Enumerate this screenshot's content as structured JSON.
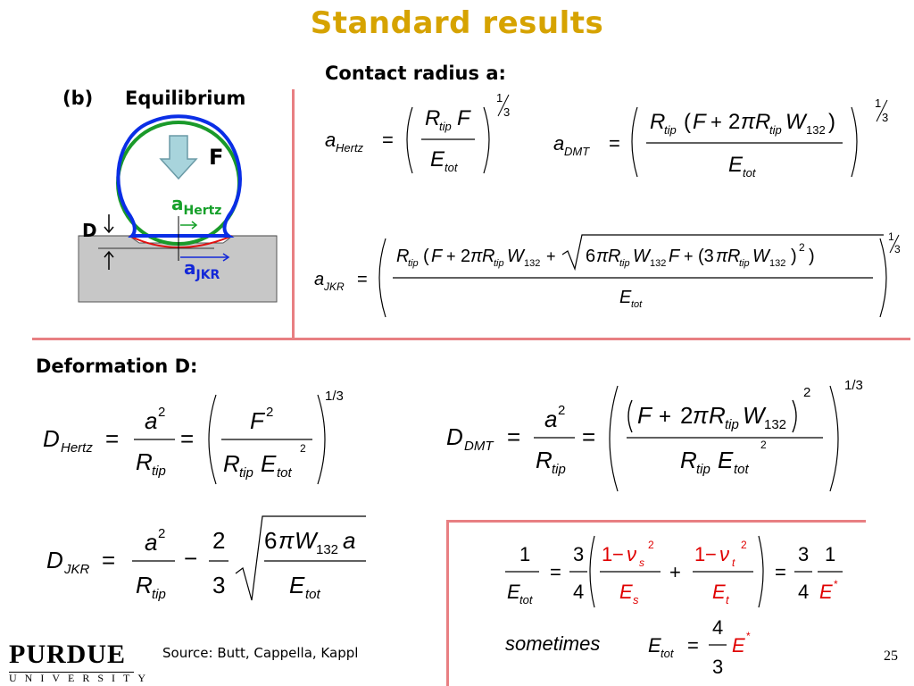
{
  "slide": {
    "title": "Standard results",
    "contact_heading": "Contact radius a:",
    "deformation_heading": "Deformation D:",
    "panel_label": "(b)",
    "panel_title": "Equilibrium",
    "force_label": "F",
    "d_label": "D",
    "a_hertz_main": "a",
    "a_hertz_sub": "Hertz",
    "a_jkr_main": "a",
    "a_jkr_sub": "JKR",
    "source": "Source: Butt, Cappella, Kappl",
    "page_number": "25",
    "logo_main": "PURDUE",
    "logo_sub": "UNIVERSITY",
    "sometimes": "sometimes"
  },
  "colors": {
    "title": "#d6a300",
    "divider": "#e87f82",
    "blue_sphere": "#0a2ee6",
    "green_sphere": "#1a9a2a",
    "red_profile": "#e01010",
    "a_hertz": "#16a02a",
    "a_jkr": "#1428d8",
    "poisson_red": "#e00000",
    "arrow_fill": "#a8d4dc",
    "surface_gray": "#c7c7c7"
  }
}
